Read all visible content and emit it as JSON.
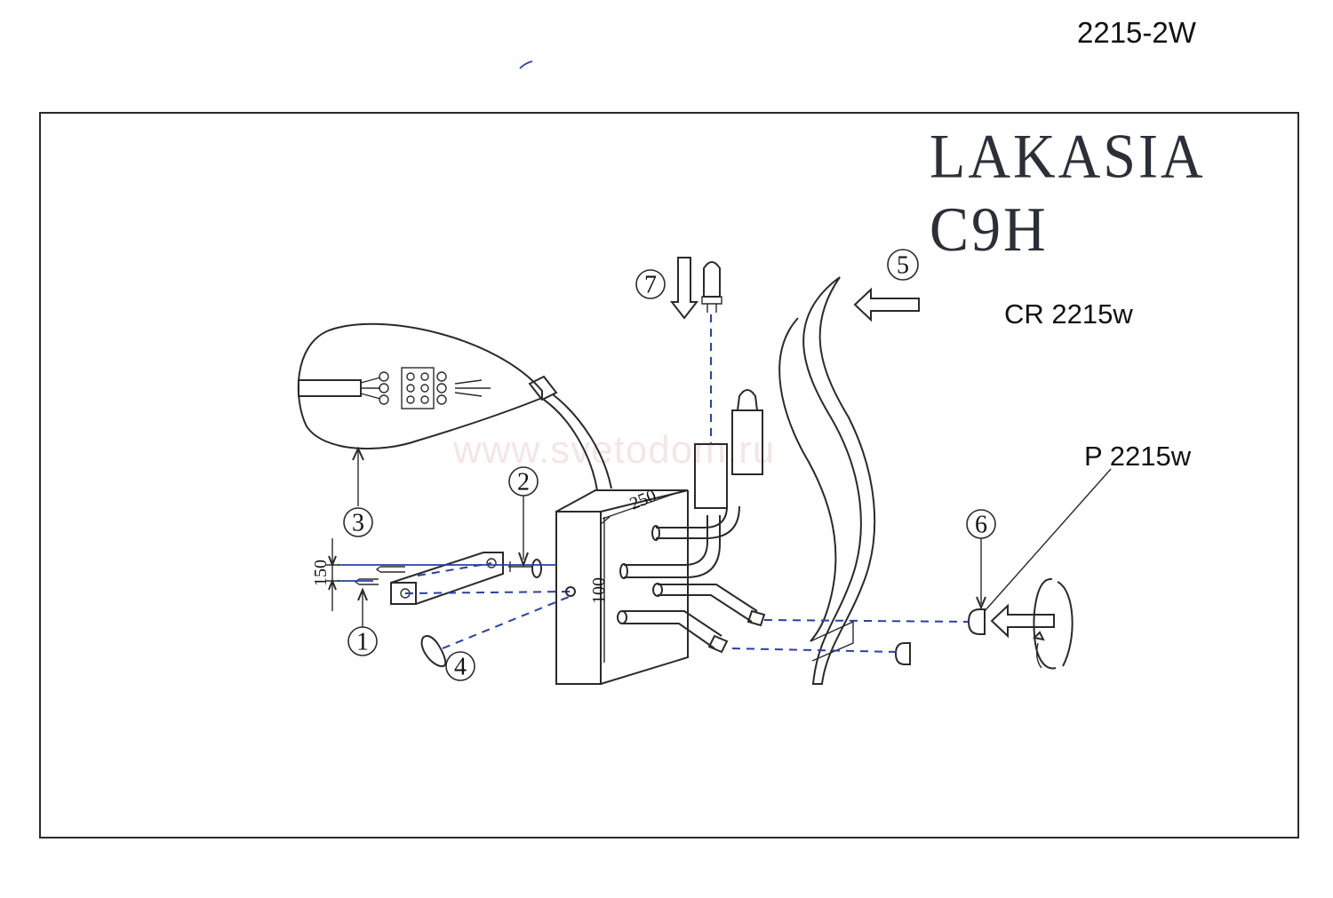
{
  "header": {
    "code": "2215-2W"
  },
  "title": "LAKASIA C9H",
  "labels": {
    "shade": "CR 2215w",
    "bulb": "P 2215w"
  },
  "watermark": "www.svetodom.ru",
  "dimensions": {
    "mount_gap": "150",
    "base_height": "100",
    "base_depth": "250"
  },
  "callouts": [
    "1",
    "2",
    "3",
    "4",
    "5",
    "6",
    "7"
  ]
}
